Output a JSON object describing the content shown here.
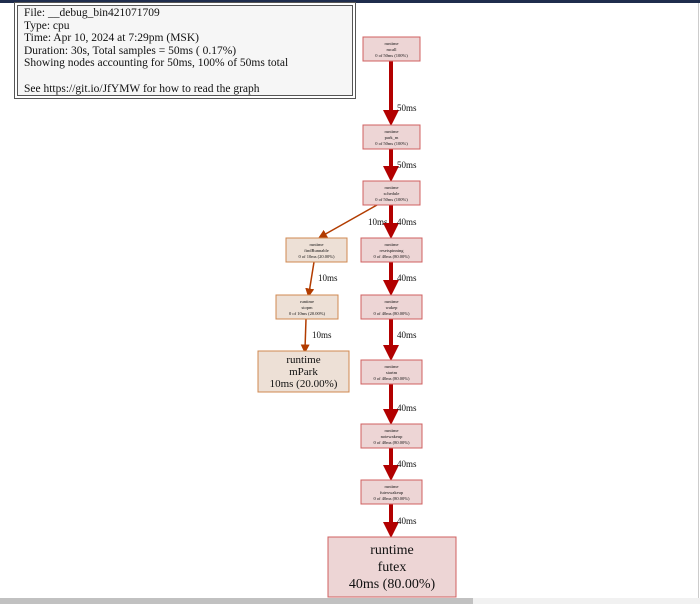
{
  "legend": {
    "file": "File: __debug_bin421071709",
    "type": "Type: cpu",
    "time": "Time: Apr 10, 2024 at 7:29pm (MSK)",
    "duration": "Duration: 30s, Total samples = 50ms ( 0.17%)",
    "showing": "Showing nodes accounting for 50ms, 100% of 50ms total",
    "help": "See https://git.io/JfYMW for how to read the graph"
  },
  "colors": {
    "hot_fill": "#edd5d5",
    "hot_stroke": "#b20000",
    "warm_fill": "#ede0d6",
    "warm_stroke": "#b23c00"
  },
  "nodes": {
    "mcall": {
      "pkg": "runtime",
      "name": "mcall",
      "stat": "0 of 50ms (100%)"
    },
    "park_m": {
      "pkg": "runtime",
      "name": "park_m",
      "stat": "0 of 50ms (100%)"
    },
    "schedule": {
      "pkg": "runtime",
      "name": "schedule",
      "stat": "0 of 50ms (100%)"
    },
    "findRunnable": {
      "pkg": "runtime",
      "name": "findRunnable",
      "stat": "0 of 10ms (20.00%)"
    },
    "resetspinning": {
      "pkg": "runtime",
      "name": "resetspinning",
      "stat": "0 of 40ms (80.00%)"
    },
    "stopm": {
      "pkg": "runtime",
      "name": "stopm",
      "stat": "0 of 10ms (20.00%)"
    },
    "wakep": {
      "pkg": "runtime",
      "name": "wakep",
      "stat": "0 of 40ms (80.00%)"
    },
    "mPark": {
      "pkg": "runtime",
      "name": "mPark",
      "stat": "10ms (20.00%)"
    },
    "startm": {
      "pkg": "runtime",
      "name": "startm",
      "stat": "0 of 40ms (80.00%)"
    },
    "notewakeup": {
      "pkg": "runtime",
      "name": "notewakeup",
      "stat": "0 of 40ms (80.00%)"
    },
    "futexwakeup": {
      "pkg": "runtime",
      "name": "futexwakeup",
      "stat": "0 of 40ms (80.00%)"
    },
    "futex": {
      "pkg": "runtime",
      "name": "futex",
      "stat": "40ms (80.00%)"
    }
  },
  "edges": {
    "mcall_park_m": "50ms",
    "park_m_schedule": "50ms",
    "schedule_findRunnable": "10ms",
    "schedule_resetspinning": "40ms",
    "findRunnable_stopm": "10ms",
    "resetspinning_wakep": "40ms",
    "stopm_mPark": "10ms",
    "wakep_startm": "40ms",
    "startm_notewakeup": "40ms",
    "notewakeup_futexwakeup": "40ms",
    "futexwakeup_futex": "40ms"
  }
}
